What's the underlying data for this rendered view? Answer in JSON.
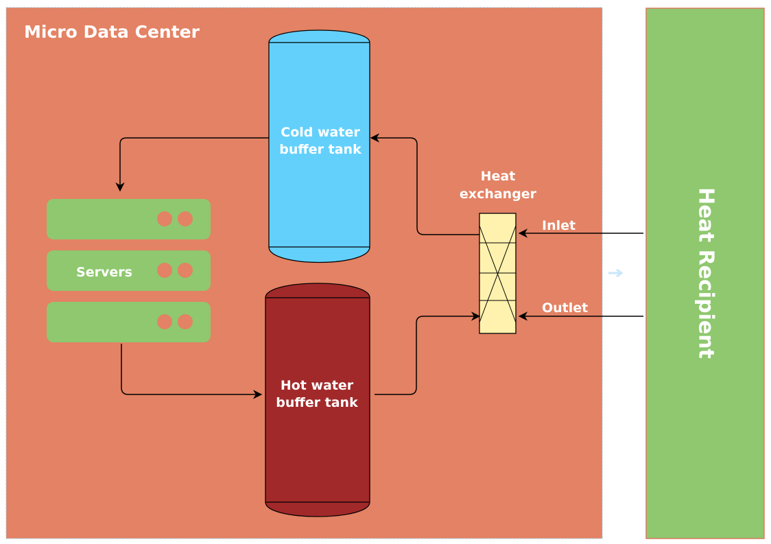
{
  "diagram": {
    "container_title": "Micro Data Center",
    "cold_tank": {
      "label_line1": "Cold water",
      "label_line2": "buffer tank",
      "color": "#63D0FC"
    },
    "hot_tank": {
      "label_line1": "Hot water",
      "label_line2": "buffer tank",
      "color": "#A2292A"
    },
    "servers": {
      "label": "Servers",
      "color": "#8FC86F"
    },
    "heat_exchanger": {
      "label_line1": "Heat",
      "label_line2": "exchanger",
      "color": "#FFF2AE"
    },
    "inlet_label": "Inlet",
    "outlet_label": "Outlet",
    "recipient_label": "Heat Recipient",
    "colors": {
      "container_fill": "#E38264",
      "recipient_fill": "#8FC86F",
      "arrow": "#000000",
      "server_dot": "#E38264"
    }
  }
}
